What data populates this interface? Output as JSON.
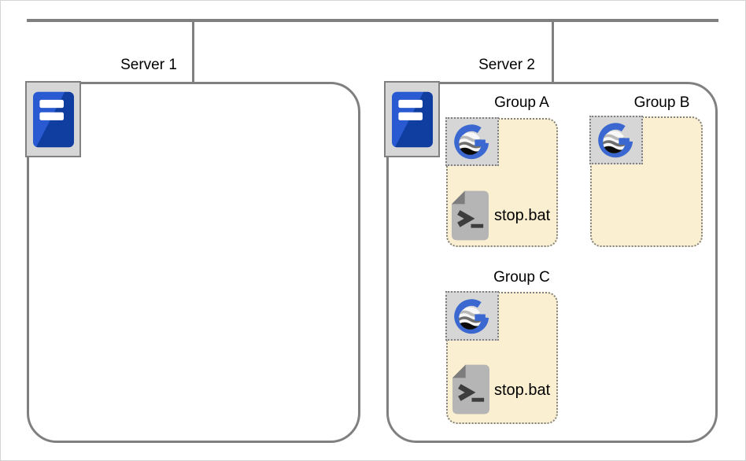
{
  "colors": {
    "connector": "#808080",
    "box-border": "#808080",
    "group-bg": "#FAEFD0",
    "tile-bg": "#D6D6D6",
    "tile-border": "#808080",
    "logo-blue": "#3A68D0",
    "server-blue-light": "#2A5AD1",
    "server-blue-dark": "#0F3DA0"
  },
  "icons": {
    "server": "server-icon",
    "agent": "goanywhere-agent-icon",
    "script": "batch-file-icon"
  },
  "servers": [
    {
      "label": "Server 1",
      "groups": []
    },
    {
      "label": "Server 2",
      "groups": [
        {
          "label": "Group A",
          "script": "stop.bat"
        },
        {
          "label": "Group B"
        },
        {
          "label": "Group C",
          "script": "stop.bat"
        }
      ]
    }
  ]
}
